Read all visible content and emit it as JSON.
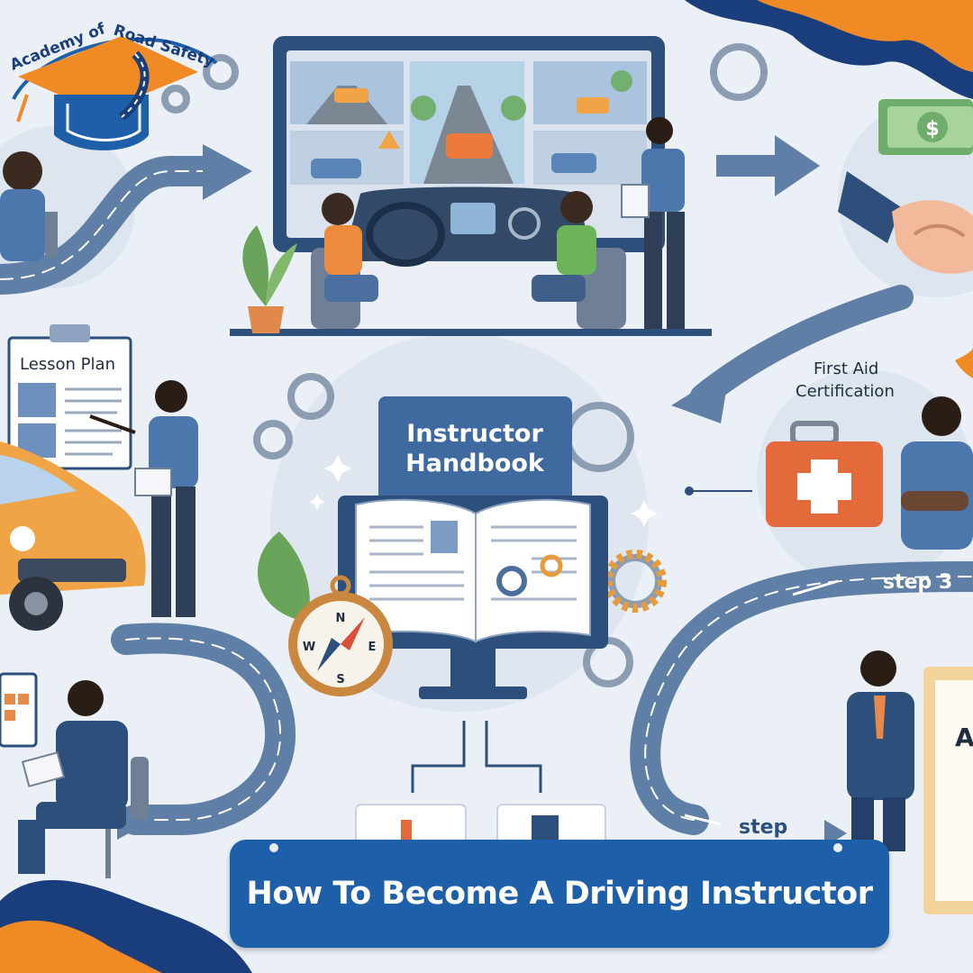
{
  "logo": {
    "text_academy": "Academy of",
    "text_road": "Road Safety"
  },
  "labels": {
    "lesson_plan": "Lesson Plan",
    "first_aid_line1": "First Aid",
    "first_aid_line2": "Certification",
    "handbook_line1": "Instructor",
    "handbook_line2": "Handbook",
    "step_3": "step 3",
    "step": "step",
    "cert_letter": "A"
  },
  "compass": {
    "n": "N",
    "s": "S",
    "w": "W",
    "e": "E"
  },
  "banner": {
    "title": "How To Become A Driving Instructor"
  },
  "colors": {
    "background": "#eaf0f6",
    "road": "#5f7fa6",
    "brand_blue": "#1d5fa8",
    "brand_orange": "#f08a24",
    "navy": "#1a3d7c"
  }
}
